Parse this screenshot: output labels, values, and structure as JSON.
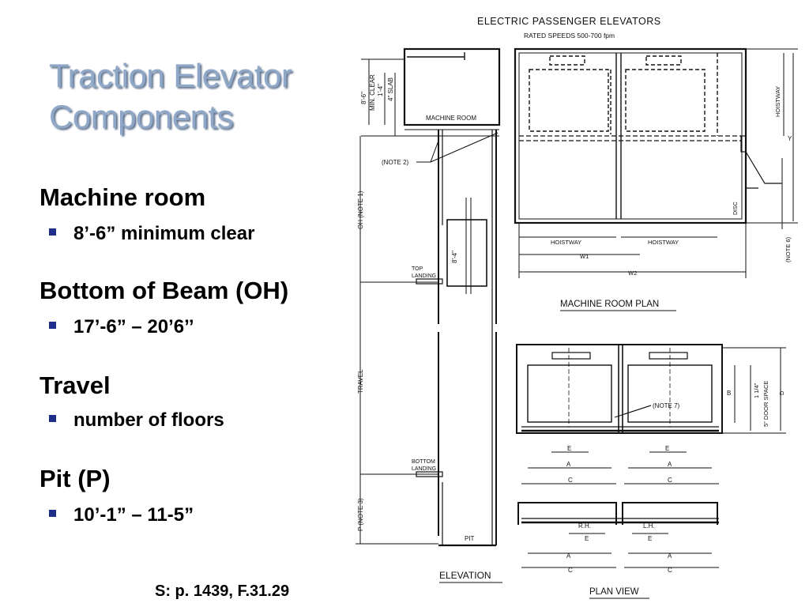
{
  "slide": {
    "title_line1": "Traction Elevator",
    "title_line2": "Components",
    "sections": [
      {
        "heading": "Machine room",
        "bullet": "8’-6” minimum clear"
      },
      {
        "heading": "Bottom of Beam (OH)",
        "bullet": "17’-6” – 20’6’’"
      },
      {
        "heading": "Travel",
        "bullet": "number of floors"
      },
      {
        "heading": "Pit (P)",
        "bullet": "10’-1” – 11-5”"
      }
    ],
    "source": "S: p. 1439, F.31.29"
  },
  "colors": {
    "title": "#8fa8c8",
    "title_shadow": "#5c6f8a",
    "bullet": "#1f2e8a",
    "ink": "#111111"
  },
  "drawing": {
    "title": "ELECTRIC PASSENGER ELEVATORS",
    "subtitle": "RATED SPEEDS 500-700 fpm",
    "elevation": {
      "caption": "ELEVATION",
      "machine_room": "MACHINE ROOM",
      "dim_clear": "8'-6\"",
      "dim_clear2": "MIN. CLEAR",
      "dim_144": "1'-4\"",
      "dim_slab": "4\" SLAB",
      "note2": "(NOTE 2)",
      "oh": "OH (NOTE 1)",
      "car_dim": "8'-4\"",
      "top_landing_1": "TOP",
      "top_landing_2": "LANDING",
      "travel": "TRAVEL",
      "bottom_landing_1": "BOTTOM",
      "bottom_landing_2": "LANDING",
      "pit_dim": "P (NOTE 3)",
      "pit": "PIT"
    },
    "machine_room_plan": {
      "caption": "MACHINE ROOM PLAN",
      "hoistway_left": "HOISTWAY",
      "hoistway_right": "HOISTWAY",
      "w1": "W1",
      "w2": "W2",
      "hoistway_vert": "HOISTWAY",
      "y": "Y",
      "disc": "DISC",
      "note6": "(NOTE 6)"
    },
    "plan_view": {
      "caption": "PLAN VIEW",
      "note7": "(NOTE 7)",
      "b": "B",
      "d": "D",
      "one_quarter": "1 1/4\"",
      "door_space": "5\" DOOR SPACE",
      "e": "E",
      "a": "A",
      "c": "C",
      "rh": "R.H.",
      "lh": "L.H."
    }
  }
}
